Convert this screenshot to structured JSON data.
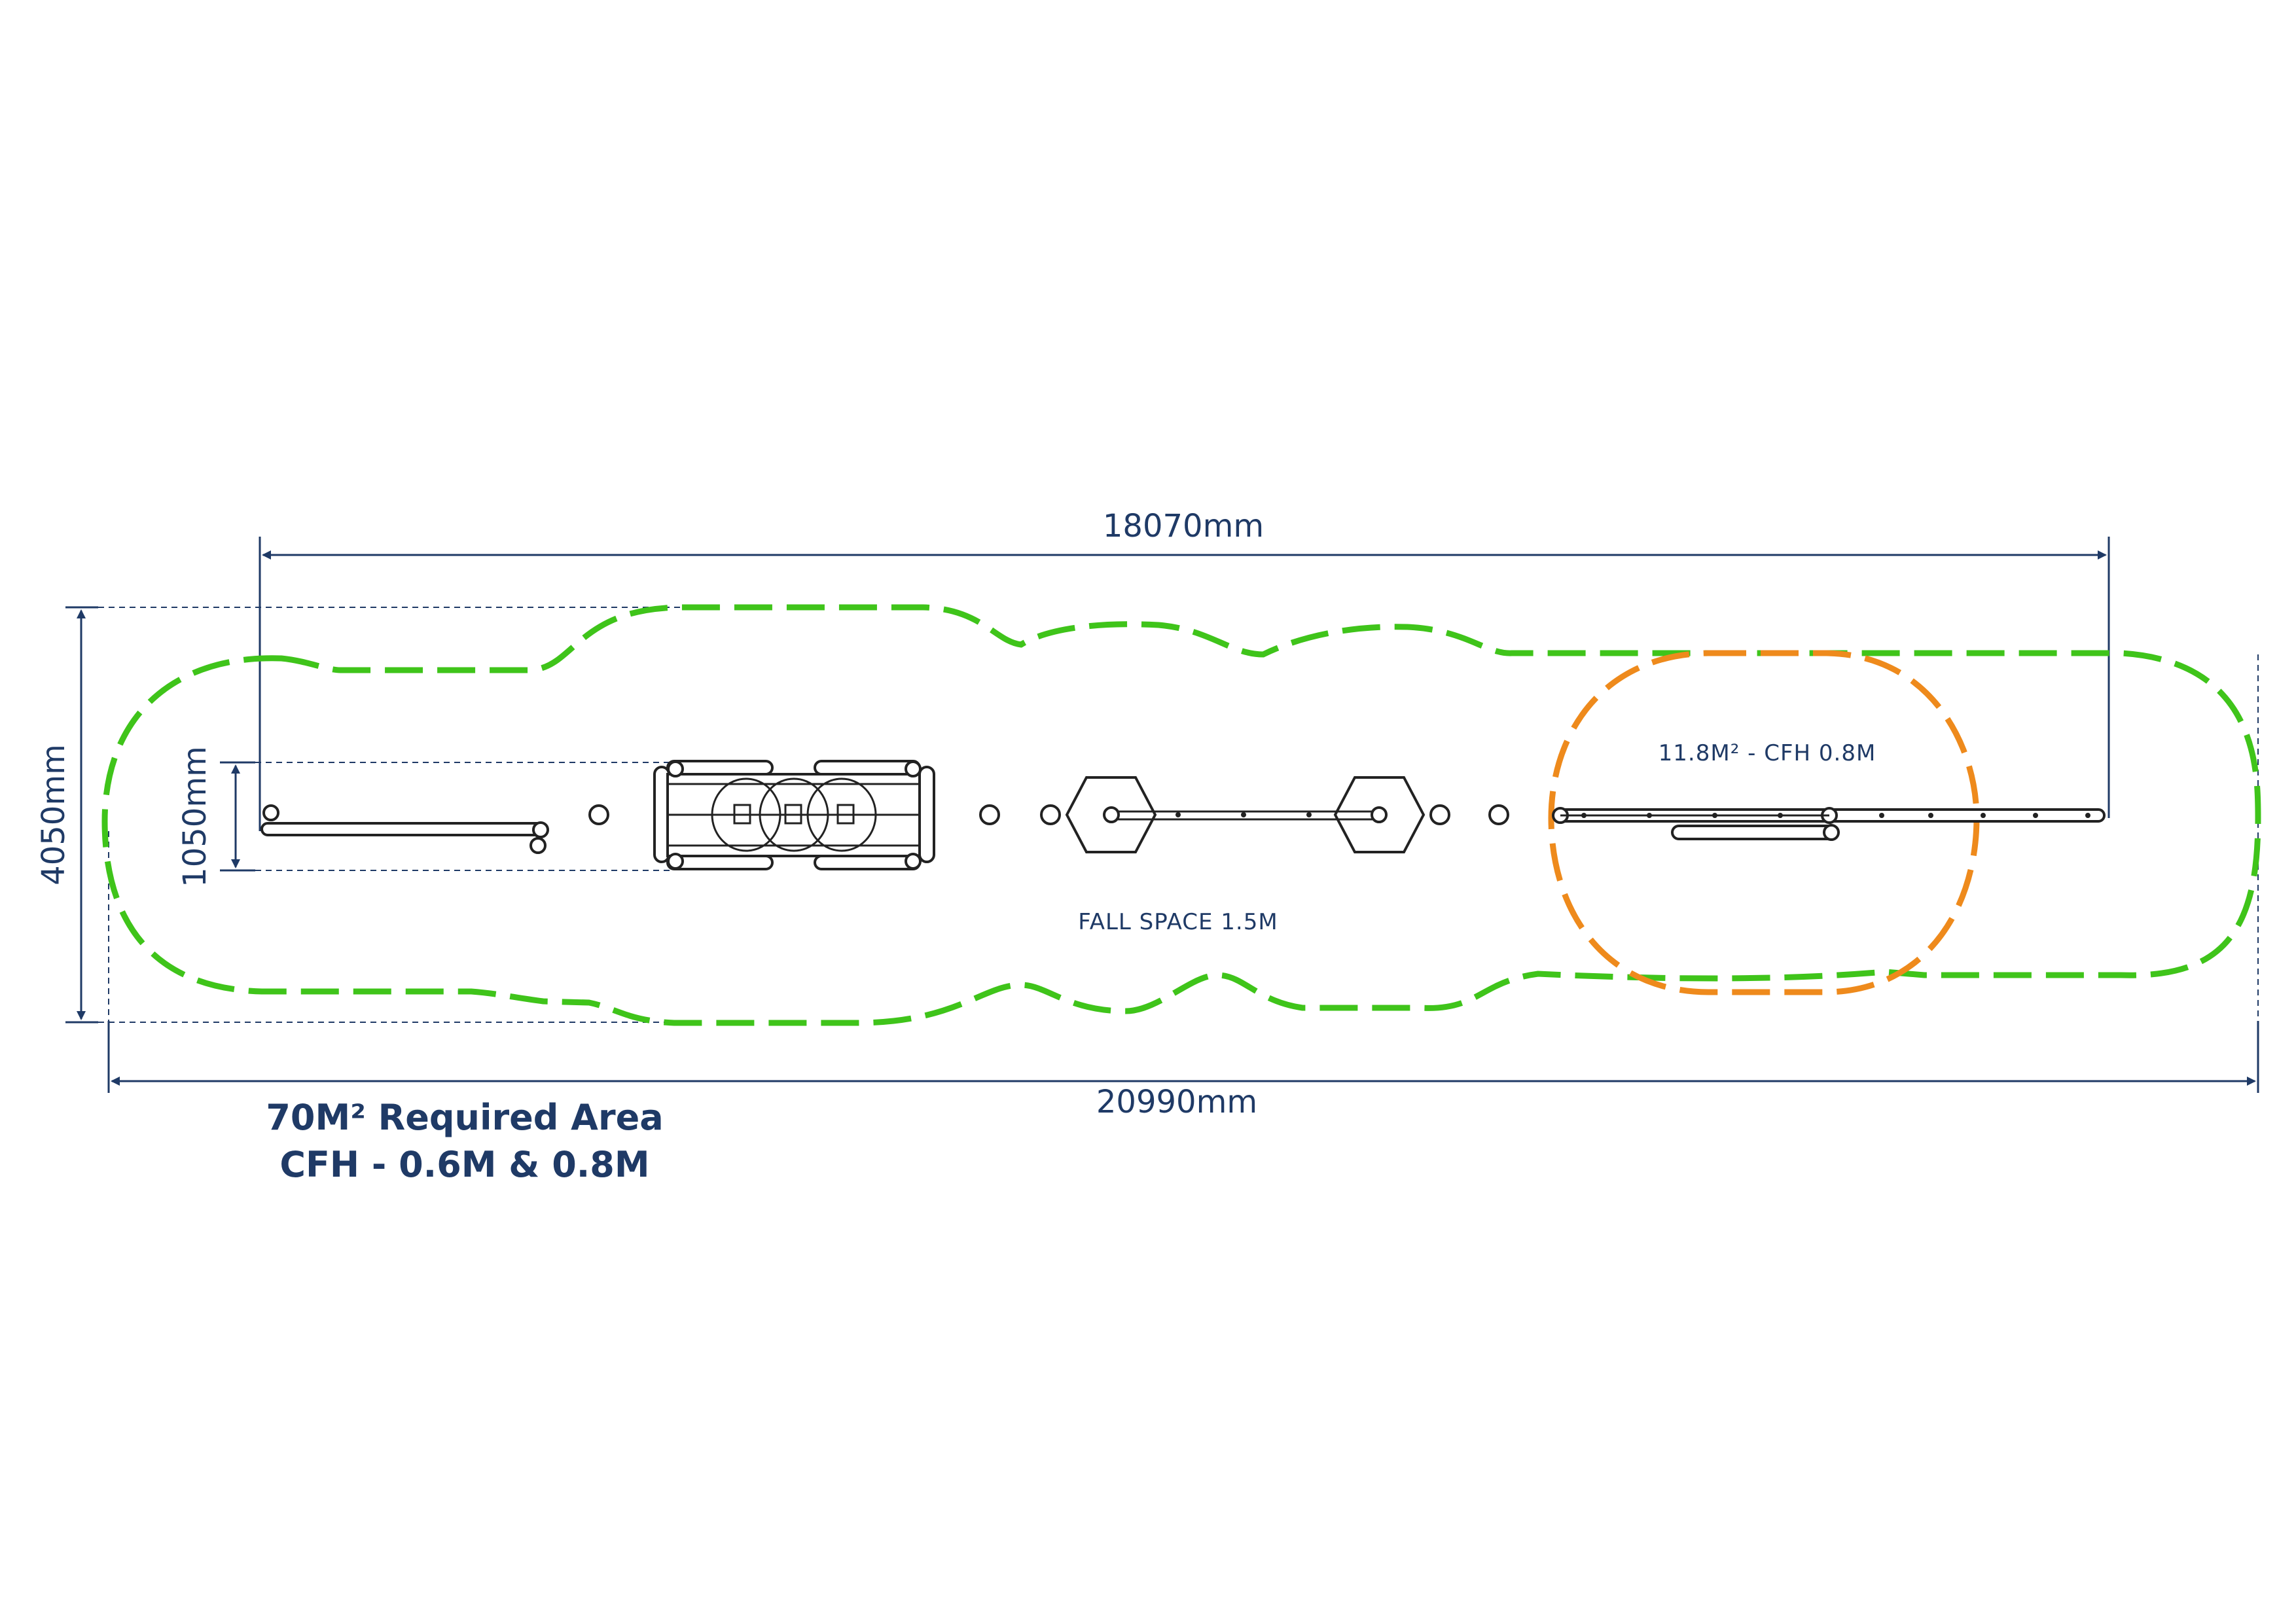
{
  "dimensions": {
    "top_width": "18070mm",
    "bottom_width": "20990mm",
    "total_depth": "4050mm",
    "equipment_depth": "1050mm"
  },
  "zones": {
    "fall_space_label": "FALL SPACE 1.5M",
    "orange_zone_label": "11.8M² - CFH 0.8M",
    "fall_zone_color": "#3fc41a",
    "cfh_zone_color": "#ee8a1c",
    "dimension_color": "#1f3a66"
  },
  "caption": {
    "line1": "70M² Required Area",
    "line2": "CFH - 0.6M & 0.8M"
  }
}
